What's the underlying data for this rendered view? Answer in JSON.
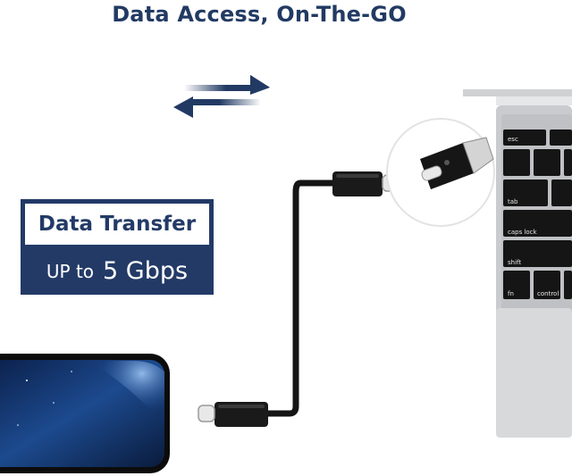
{
  "header": {
    "title": "Data Access, On-The-GO"
  },
  "badge": {
    "title": "Data Transfer",
    "prefix": "UP to",
    "speed": "5 Gbps"
  },
  "keyboard": {
    "keys": [
      "esc",
      "tab",
      "caps lock",
      "shift",
      "fn",
      "control"
    ]
  },
  "colors": {
    "brand_navy": "#233a67",
    "title_navy": "#223a63",
    "cable_black": "#111111",
    "laptop_silver": "#c9cbce"
  }
}
